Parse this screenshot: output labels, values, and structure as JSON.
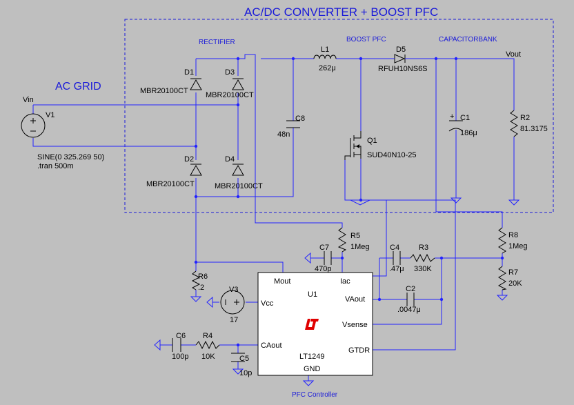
{
  "title": "AC/DC CONVERTER + BOOST PFC",
  "sections": {
    "ac_grid": "AC GRID",
    "rectifier": "RECTIFIER",
    "boost_pfc": "BOOST PFC",
    "capacitor_bank": "CAPACITORBANK",
    "pfc_controller": "PFC Controller"
  },
  "nets": {
    "vin": "Vin",
    "vout": "Vout"
  },
  "components": {
    "v1": {
      "ref": "V1",
      "value": "SINE(0 325.269 50)",
      "directive": ".tran 500m"
    },
    "d1": {
      "ref": "D1",
      "value": "MBR20100CT"
    },
    "d2": {
      "ref": "D2",
      "value": "MBR20100CT"
    },
    "d3": {
      "ref": "D3",
      "value": "MBR20100CT"
    },
    "d4": {
      "ref": "D4",
      "value": "MBR20100CT"
    },
    "c8": {
      "ref": "C8",
      "value": "48n"
    },
    "l1": {
      "ref": "L1",
      "value": "262μ"
    },
    "d5": {
      "ref": "D5",
      "value": "RFUH10NS6S"
    },
    "q1": {
      "ref": "Q1",
      "value": "SUD40N10-25"
    },
    "c1": {
      "ref": "C1",
      "value": "186μ"
    },
    "r2": {
      "ref": "R2",
      "value": "81.3175"
    },
    "r8": {
      "ref": "R8",
      "value": "1Meg"
    },
    "r7": {
      "ref": "R7",
      "value": "20K"
    },
    "r5": {
      "ref": "R5",
      "value": "1Meg"
    },
    "c7": {
      "ref": "C7",
      "value": "470p"
    },
    "c4": {
      "ref": "C4",
      "value": ".47μ"
    },
    "r3": {
      "ref": "R3",
      "value": "330K"
    },
    "c2": {
      "ref": "C2",
      "value": ".0047μ"
    },
    "r6": {
      "ref": "R6",
      "value": ".2"
    },
    "v3": {
      "ref": "V3",
      "value": "17"
    },
    "c6": {
      "ref": "C6",
      "value": "100p"
    },
    "r4": {
      "ref": "R4",
      "value": "10K"
    },
    "c5": {
      "ref": "C5",
      "value": "10p"
    }
  },
  "ic": {
    "ref": "U1",
    "part": "LT1249",
    "pins": {
      "mout": "Mout",
      "iac": "Iac",
      "vcc": "Vcc",
      "vaout": "VAout",
      "vsense": "Vsense",
      "caout": "CAout",
      "gtdr": "GTDR",
      "gnd": "GND"
    }
  },
  "colors": {
    "background": "#bfbfbf",
    "wire": "#2323ff",
    "label": "#1a1ad9",
    "component": "#000000"
  }
}
